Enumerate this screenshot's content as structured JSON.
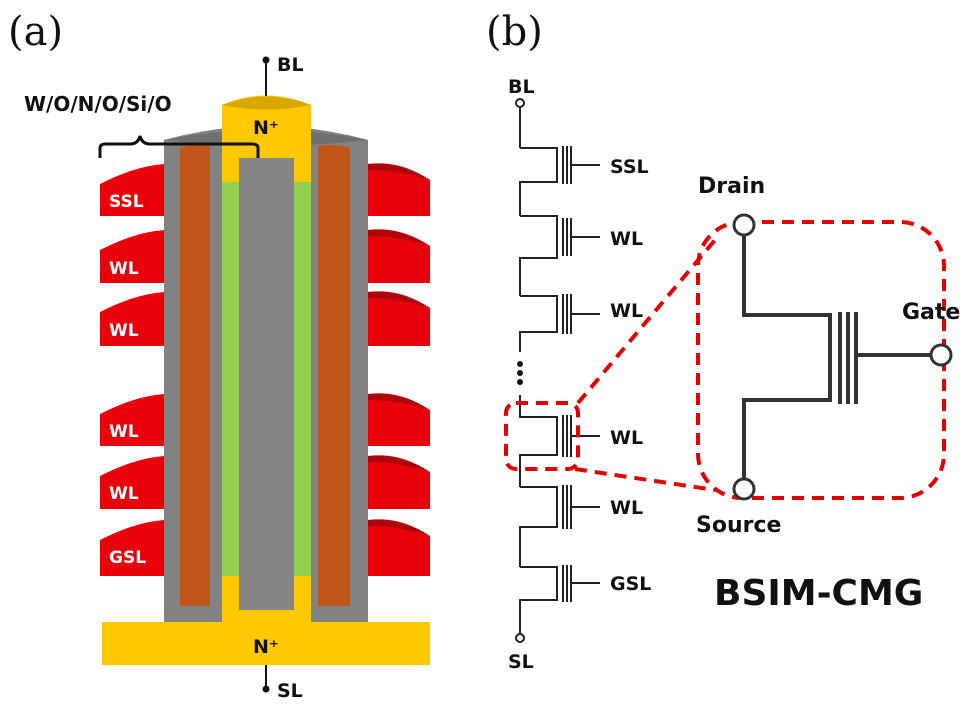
{
  "panel_a": {
    "label": "(a)",
    "stack_label": "W/O/N/O/Si/O",
    "top_terminal": "BL",
    "bottom_terminal": "SL",
    "top_contact": "N⁺",
    "bottom_contact": "N⁺",
    "layers": [
      "SSL",
      "WL",
      "WL",
      "WL",
      "WL",
      "GSL"
    ]
  },
  "panel_b": {
    "label": "(b)",
    "top_terminal": "BL",
    "bottom_terminal": "SL",
    "transistors": [
      "SSL",
      "WL",
      "WL",
      "WL",
      "WL",
      "GSL"
    ],
    "ellipsis": "⋮",
    "inset": {
      "drain": "Drain",
      "source": "Source",
      "gate": "Gate"
    },
    "model_name": "BSIM-CMG"
  },
  "colors": {
    "wordline_red": "#e8000a",
    "wordline_dark_red": "#b0000a",
    "nplus_yellow": "#ffc800",
    "oxide_gray": "#828282",
    "nitride_orange": "#c1561b",
    "channel_green": "#92d050",
    "dashed_red": "#e00000"
  }
}
